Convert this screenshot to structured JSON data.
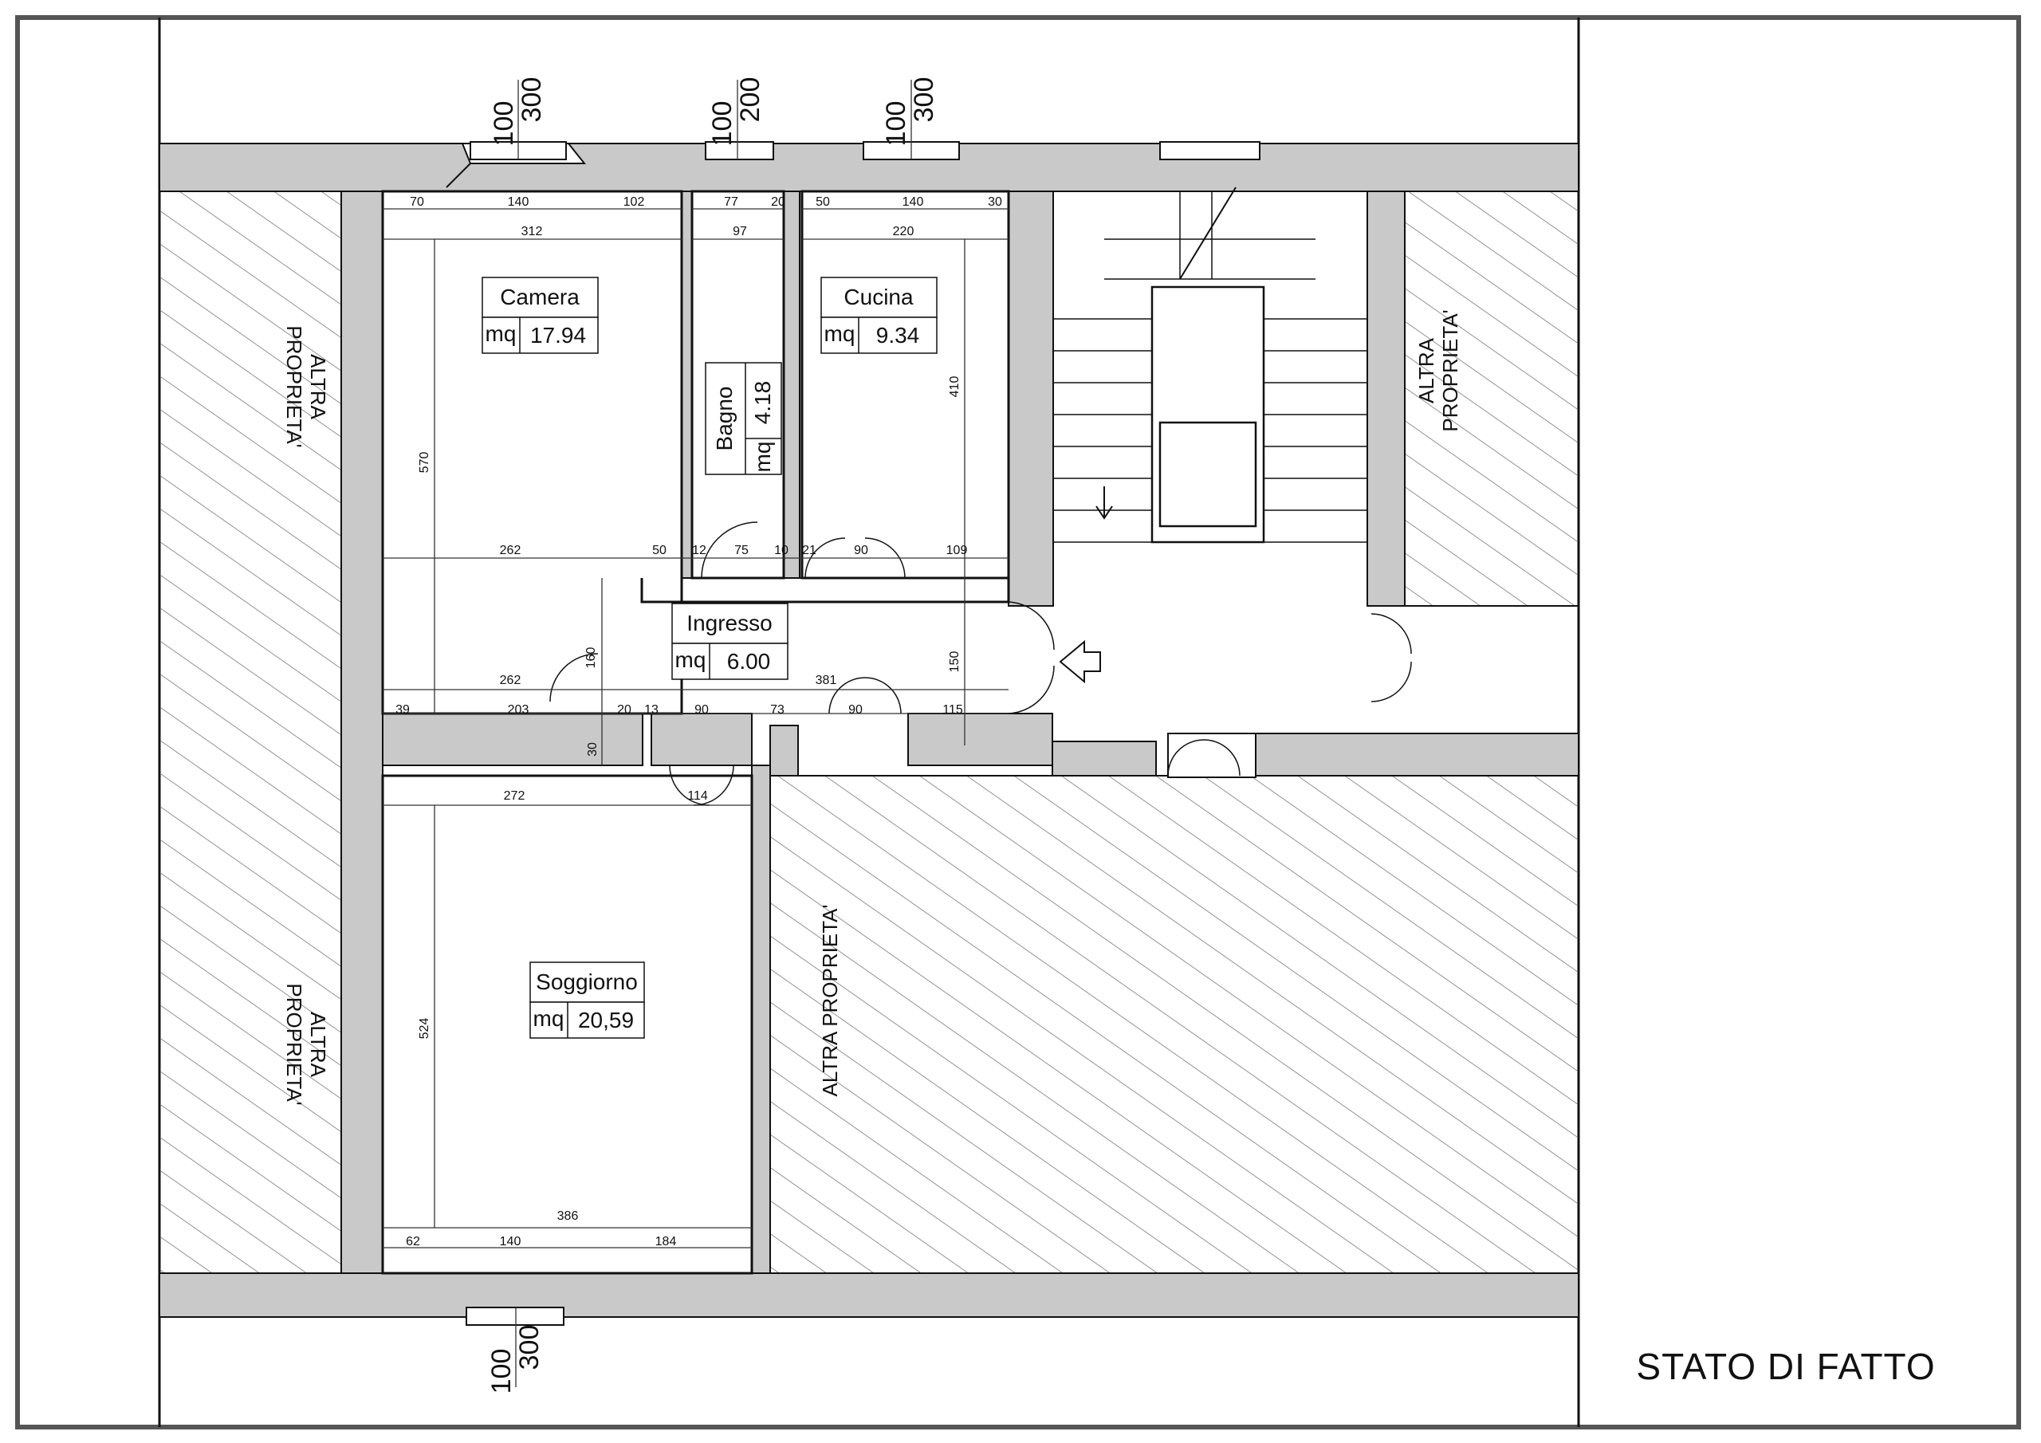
{
  "title": "STATO DI FATTO",
  "other_property_label_lines": [
    "ALTRA",
    "PROPRIETA'"
  ],
  "other_property_label_inline": "ALTRA PROPRIETA'",
  "area_unit": "mq",
  "rooms": {
    "camera": {
      "name": "Camera",
      "area": "17.94"
    },
    "bagno": {
      "name": "Bagno",
      "area": "4.18"
    },
    "cucina": {
      "name": "Cucina",
      "area": "9.34"
    },
    "ingresso": {
      "name": "Ingresso",
      "area": "6.00"
    },
    "soggiorno": {
      "name": "Soggiorno",
      "area": "20,59"
    }
  },
  "windows": {
    "camera": [
      "100",
      "300"
    ],
    "bagno": [
      "100",
      "200"
    ],
    "cucina": [
      "100",
      "300"
    ],
    "soggiorno": [
      "100",
      "300"
    ]
  },
  "dimensions": {
    "top_camera": [
      "70",
      "140",
      "102",
      "312"
    ],
    "top_bagno": [
      "77",
      "20",
      "97"
    ],
    "top_cucina": [
      "50",
      "140",
      "30",
      "220"
    ],
    "camera_height": "570",
    "cucina_height": "410",
    "mid_row": [
      "262",
      "50",
      "12",
      "75",
      "10",
      "21",
      "90",
      "109"
    ],
    "ingresso_height": "160",
    "stair_door": "150",
    "lower_row": [
      "262",
      "381"
    ],
    "bottom_row": [
      "39",
      "203",
      "20",
      "13",
      "90",
      "73",
      "90",
      "115"
    ],
    "wall_thickness": "30",
    "soggiorno_top": [
      "272",
      "114"
    ],
    "soggiorno_height": "524",
    "soggiorno_bottom": [
      "386",
      "62",
      "140",
      "184"
    ]
  }
}
